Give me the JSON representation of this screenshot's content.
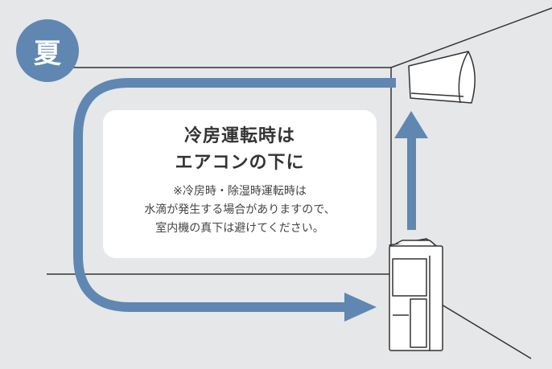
{
  "badge": {
    "label": "夏",
    "color": "#5f87b1"
  },
  "note": {
    "title_lines": [
      "冷房運転時は",
      "エアコンの下に"
    ],
    "body_lines": [
      "※冷房時・除湿時運転時は",
      "水滴が発生する場合がありますので、",
      "室内機の真下は避けてください。"
    ]
  },
  "colors": {
    "background": "#e6e7e9",
    "arrow": "#5f87b1",
    "line": "#333333",
    "card": "#ffffff"
  },
  "icons": {
    "air_conditioner": "wall-air-conditioner-icon",
    "dehumidifier": "dehumidifier-icon"
  }
}
